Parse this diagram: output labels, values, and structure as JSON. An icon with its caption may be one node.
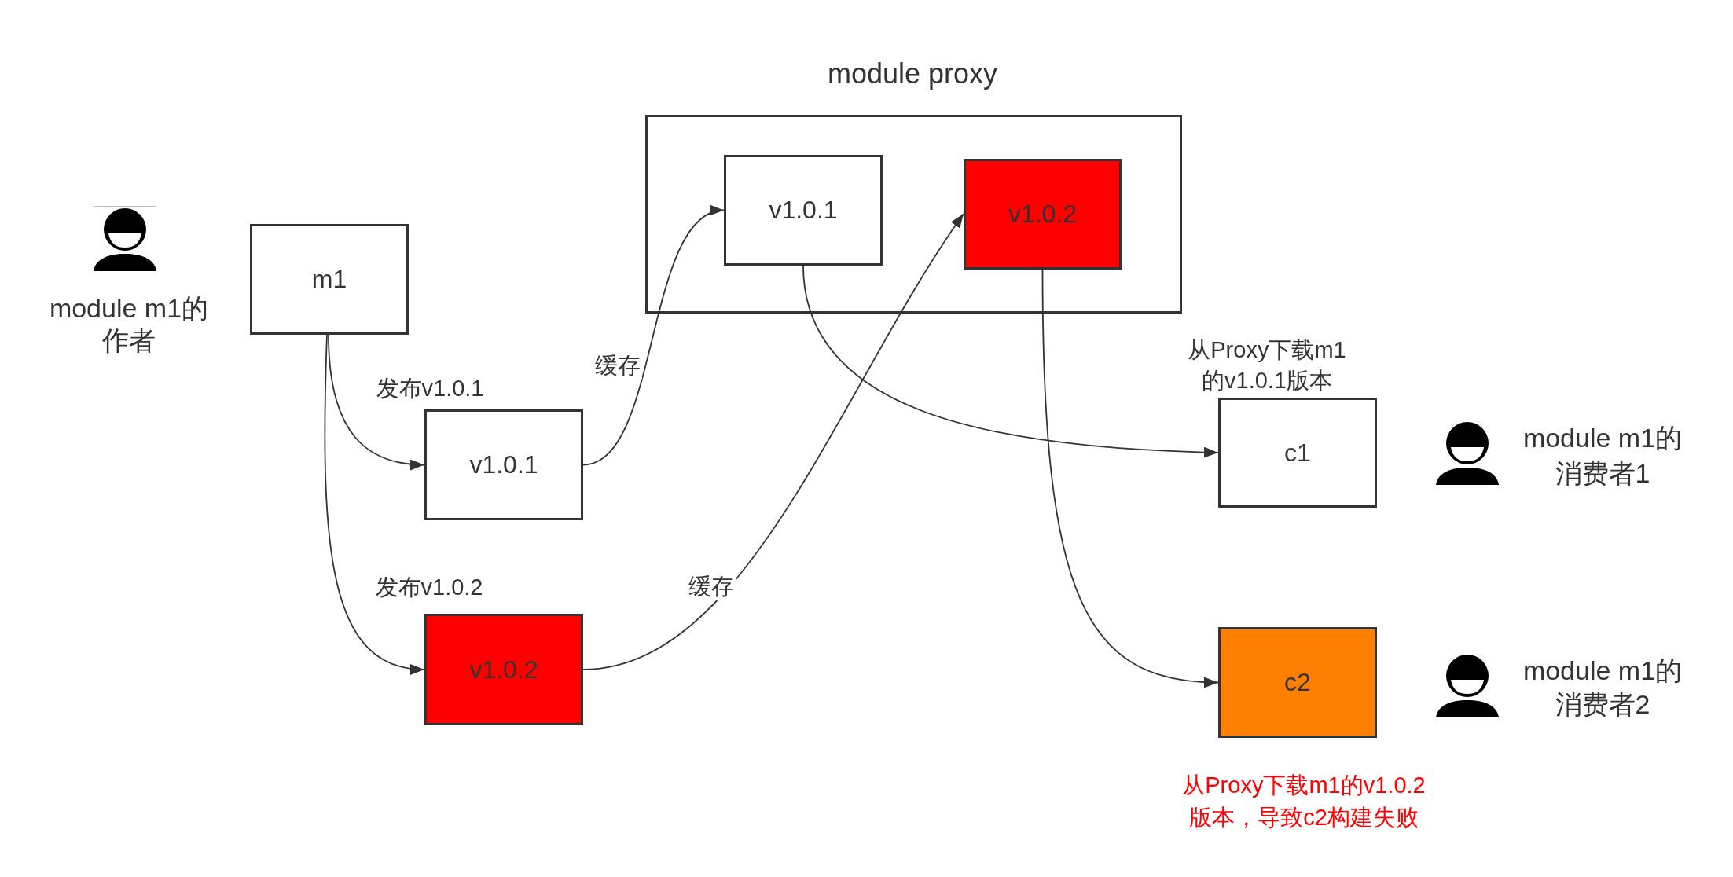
{
  "diagram": {
    "nodes": [
      {
        "text": [
          "m1"
        ]
      },
      {
        "text": [
          "v1.0.1"
        ]
      },
      {
        "text": [
          "v1.0.2"
        ]
      },
      {
        "text": [
          "module proxy"
        ]
      },
      {
        "text": [
          "v1.0.1"
        ],
        "in": 3
      },
      {
        "text": [
          "v1.0.2"
        ],
        "in": 3
      },
      {
        "text": [
          "c1"
        ],
        "beside": [
          "从Proxy下载m1的v1.0.1版本"
        ]
      },
      {
        "text": [
          "c2"
        ],
        "beside": [
          "从Proxy下载m1的v1.0.2版本，导致c2构建失败"
        ]
      }
    ],
    "edges": [
      {
        "from": 0,
        "to": 1,
        "arrow": "to",
        "label": "发布v1.0.1"
      },
      {
        "from": 0,
        "to": 2,
        "arrow": "to",
        "label": "发布v1.0.2"
      },
      {
        "from": 1,
        "to": 4,
        "arrow": "to",
        "label": "缓存"
      },
      {
        "from": 2,
        "to": 5,
        "arrow": "to",
        "label": "缓存"
      },
      {
        "from": 4,
        "to": 6,
        "arrow": "to"
      },
      {
        "from": 5,
        "to": 7,
        "arrow": "to"
      }
    ],
    "labels": [
      "module m1的作者",
      "module m1的消费者1",
      "module m1的消费者2"
    ]
  }
}
